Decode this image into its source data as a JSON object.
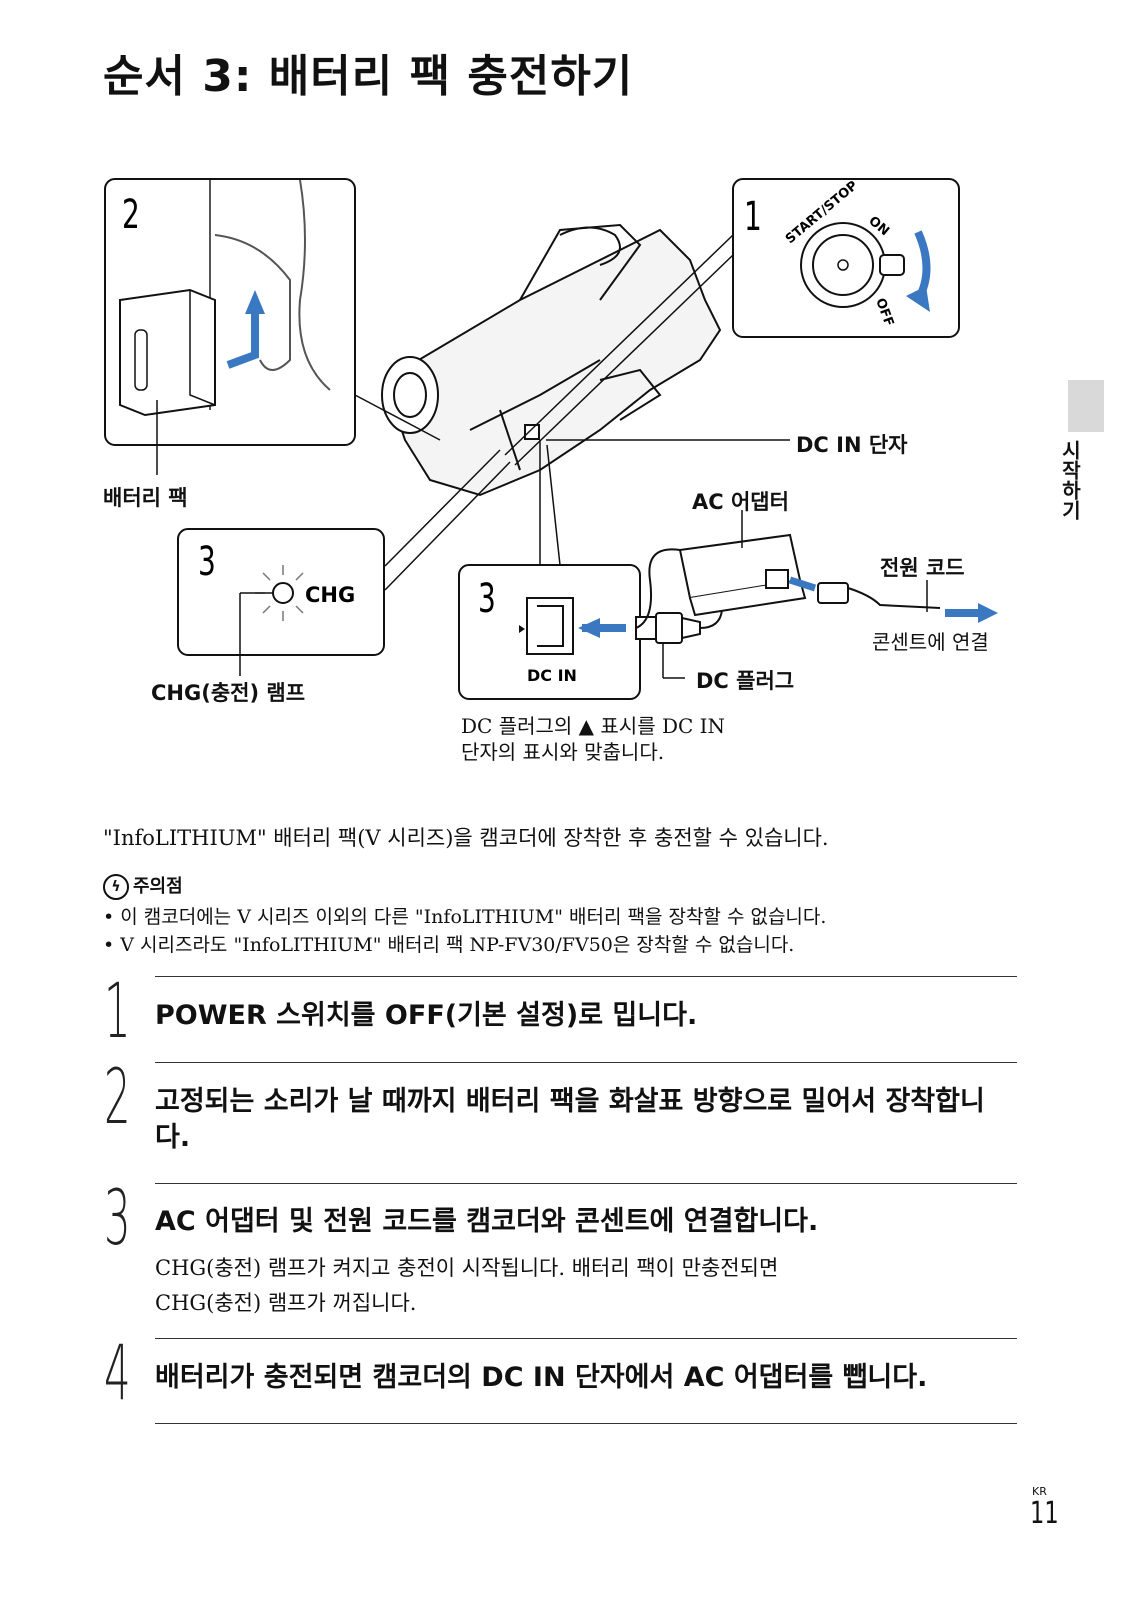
{
  "title": "순서 3: 배터리 팩 충전하기",
  "side_tab": "시작하기",
  "illustration": {
    "panel_numbers": [
      "2",
      "1",
      "3",
      "3"
    ],
    "switch_labels": {
      "start_stop": "START/STOP",
      "on": "ON",
      "off": "OFF"
    },
    "chg_indicator": "CHG",
    "dc_in_jack": "DC IN",
    "callouts": {
      "battery_pack": "배터리 팩",
      "dc_in_terminal": "DC IN 단자",
      "ac_adapter": "AC 어댑터",
      "power_cord": "전원 코드",
      "to_outlet": "콘센트에 연결",
      "chg_lamp": "CHG(충전) 램프",
      "dc_plug": "DC 플러그"
    },
    "align_note": [
      "DC 플러그의 ▲ 표시를 DC IN",
      "단자의 표시와 맞춥니다."
    ]
  },
  "intro": "\"InfoLITHIUM\" 배터리 팩(V 시리즈)을 캠코더에 장착한 후 충전할 수 있습니다.",
  "caution": {
    "heading": "주의점",
    "icon": "caution-icon",
    "items": [
      "• 이 캠코더에는 V 시리즈 이외의 다른 \"InfoLITHIUM\" 배터리 팩을 장착할 수 없습니다.",
      "• V 시리즈라도 \"InfoLITHIUM\" 배터리 팩 NP-FV30/FV50은 장착할 수 없습니다."
    ]
  },
  "steps": [
    {
      "num": "1",
      "text": "POWER 스위치를 OFF(기본 설정)로 밉니다."
    },
    {
      "num": "2",
      "text": "고정되는 소리가 날 때까지 배터리 팩을 화살표 방향으로 밀어서 장착합니다."
    },
    {
      "num": "3",
      "text": "AC 어댑터 및 전원 코드를 캠코더와 콘센트에 연결합니다.",
      "sub": [
        "CHG(충전) 램프가 켜지고 충전이 시작됩니다. 배터리 팩이 만충전되면",
        "CHG(충전) 램프가 꺼집니다."
      ]
    },
    {
      "num": "4",
      "text": "배터리가 충전되면 캠코더의 DC IN 단자에서 AC 어댑터를 뺍니다."
    }
  ],
  "page": {
    "lang": "KR",
    "number": "11"
  },
  "colors": {
    "arrow_blue": "#3a78c2",
    "tab_gray": "#d9d9d9"
  }
}
